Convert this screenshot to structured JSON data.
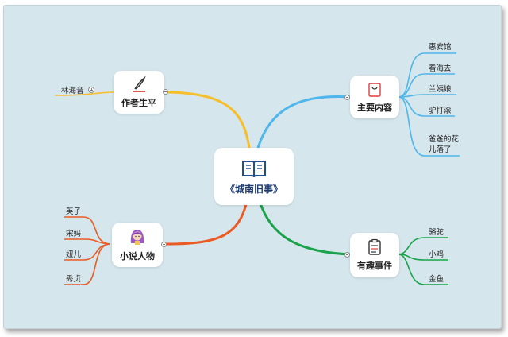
{
  "center": {
    "title": "《城南旧事》",
    "icon": "book-icon"
  },
  "branches": {
    "author": {
      "label": "作者生平",
      "icon": "pen-icon",
      "color": "#f7be2b",
      "leaves": [
        "林海音"
      ]
    },
    "content": {
      "label": "主要内容",
      "icon": "shopping-bag-icon",
      "color": "#4fb6ec",
      "leaves": [
        "惠安馆",
        "看海去",
        "兰姨娘",
        "驴打滚",
        "爸爸的花儿落了"
      ]
    },
    "characters": {
      "label": "小说人物",
      "icon": "girl-avatar-icon",
      "color": "#ec5a24",
      "leaves": [
        "英子",
        "宋妈",
        "妞儿",
        "秀贞"
      ]
    },
    "events": {
      "label": "有趣事件",
      "icon": "clipboard-icon",
      "color": "#1aa34a",
      "leaves": [
        "骆驼",
        "小鸡",
        "金鱼"
      ]
    }
  }
}
